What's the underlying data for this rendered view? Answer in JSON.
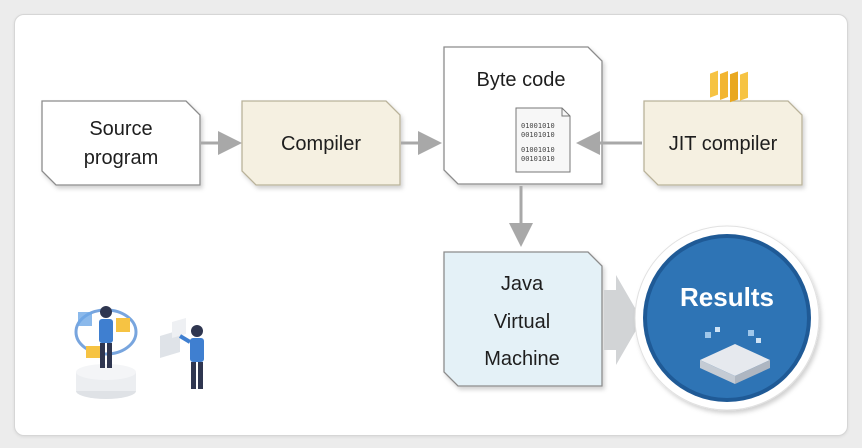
{
  "nodes": {
    "source": {
      "line1": "Source",
      "line2": "program"
    },
    "compiler": {
      "label": "Compiler"
    },
    "bytecode": {
      "label": "Byte code",
      "binary": [
        "01001010",
        "00101010",
        "01001010",
        "00101010"
      ]
    },
    "jit": {
      "label": "JIT compiler"
    },
    "jvm": {
      "line1": "Java",
      "line2": "Virtual",
      "line3": "Machine"
    },
    "results": {
      "label": "Results"
    }
  },
  "colors": {
    "doc_fill": "#ffffff",
    "compiler_fill": "#f5f0e1",
    "jvm_fill": "#e4f1f7",
    "border": "#8c8c8c",
    "arrow": "#a8a8a8",
    "big_arrow": "#d2d4d6",
    "results_fill": "#2e74b5",
    "results_ring": "#1f5a96",
    "results_outer": "#ffffff"
  }
}
